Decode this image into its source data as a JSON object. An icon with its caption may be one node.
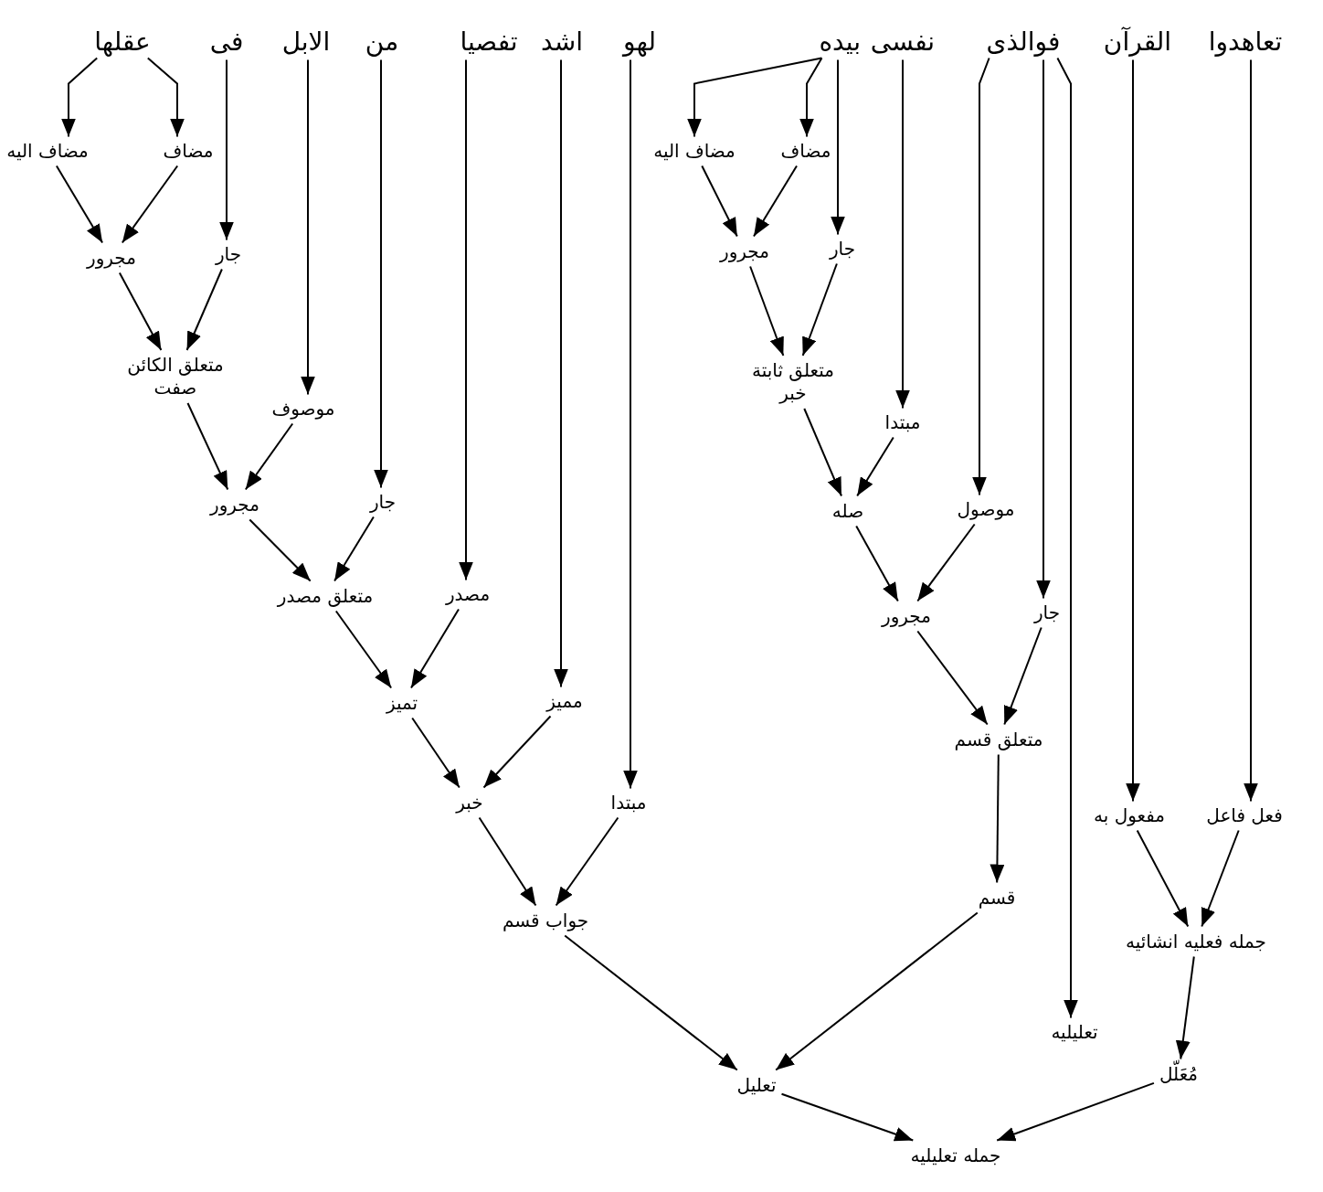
{
  "diagram": {
    "nodes": [
      {
        "text": [
          "تعاهدوا"
        ]
      },
      {
        "text": [
          "القرآن"
        ]
      },
      {
        "text": [
          "فوالذى"
        ]
      },
      {
        "text": [
          "نفسى"
        ]
      },
      {
        "text": [
          "بيده"
        ]
      },
      {
        "text": [
          "لهو"
        ]
      },
      {
        "text": [
          "اشد"
        ]
      },
      {
        "text": [
          "تفصيا"
        ]
      },
      {
        "text": [
          "من"
        ]
      },
      {
        "text": [
          "الابل"
        ]
      },
      {
        "text": [
          "فى"
        ]
      },
      {
        "text": [
          "عقلها"
        ]
      },
      {
        "text": [
          "مضاف"
        ]
      },
      {
        "text": [
          "مضاف اليه"
        ]
      },
      {
        "text": [
          "مضاف"
        ]
      },
      {
        "text": [
          "مضاف اليه"
        ]
      },
      {
        "text": [
          "جار"
        ]
      },
      {
        "text": [
          "مجرور"
        ]
      },
      {
        "text": [
          "جار"
        ]
      },
      {
        "text": [
          "مجرور"
        ]
      },
      {
        "text": [
          "متعلق ثابتة",
          "خبر"
        ]
      },
      {
        "text": [
          "متعلق الكائن",
          "صفت"
        ]
      },
      {
        "text": [
          "مبتدا"
        ]
      },
      {
        "text": [
          "موصوف"
        ]
      },
      {
        "text": [
          "صله"
        ]
      },
      {
        "text": [
          "موصول"
        ]
      },
      {
        "text": [
          "جار"
        ]
      },
      {
        "text": [
          "مجرور"
        ]
      },
      {
        "text": [
          "جار"
        ]
      },
      {
        "text": [
          "مجرور"
        ]
      },
      {
        "text": [
          "متعلق قسم"
        ]
      },
      {
        "text": [
          "مصدر"
        ]
      },
      {
        "text": [
          "متعلق مصدر"
        ]
      },
      {
        "text": [
          "مميز"
        ]
      },
      {
        "text": [
          "تميز"
        ]
      },
      {
        "text": [
          "فعل فاعل"
        ]
      },
      {
        "text": [
          "مفعول به"
        ]
      },
      {
        "text": [
          "مبتدا"
        ]
      },
      {
        "text": [
          "خبر"
        ]
      },
      {
        "text": [
          "قسم"
        ]
      },
      {
        "text": [
          "جمله فعليه انشائيه"
        ]
      },
      {
        "text": [
          "جواب قسم"
        ]
      },
      {
        "text": [
          "تعليليه"
        ]
      },
      {
        "text": [
          "مُعَلّل"
        ]
      },
      {
        "text": [
          "تعليل"
        ]
      },
      {
        "text": [
          "جمله تعليليه"
        ]
      }
    ],
    "edges": [
      {
        "from": 0,
        "to": 35,
        "arrow": "to"
      },
      {
        "from": 1,
        "to": 36,
        "arrow": "to"
      },
      {
        "from": 2,
        "to": 42,
        "arrow": "to"
      },
      {
        "from": 2,
        "to": 26,
        "arrow": "to"
      },
      {
        "from": 2,
        "to": 25,
        "arrow": "to"
      },
      {
        "from": 3,
        "to": 22,
        "arrow": "to"
      },
      {
        "from": 4,
        "to": 16,
        "arrow": "to"
      },
      {
        "from": 4,
        "to": 12,
        "arrow": "to"
      },
      {
        "from": 4,
        "to": 13,
        "arrow": "to"
      },
      {
        "from": 5,
        "to": 37,
        "arrow": "to"
      },
      {
        "from": 6,
        "to": 33,
        "arrow": "to"
      },
      {
        "from": 7,
        "to": 31,
        "arrow": "to"
      },
      {
        "from": 8,
        "to": 28,
        "arrow": "to"
      },
      {
        "from": 9,
        "to": 23,
        "arrow": "to"
      },
      {
        "from": 10,
        "to": 18,
        "arrow": "to"
      },
      {
        "from": 11,
        "to": 14,
        "arrow": "to"
      },
      {
        "from": 11,
        "to": 15,
        "arrow": "to"
      },
      {
        "from": 12,
        "to": 17,
        "arrow": "to"
      },
      {
        "from": 13,
        "to": 17,
        "arrow": "to"
      },
      {
        "from": 16,
        "to": 20,
        "arrow": "to"
      },
      {
        "from": 17,
        "to": 20,
        "arrow": "to"
      },
      {
        "from": 14,
        "to": 19,
        "arrow": "to"
      },
      {
        "from": 15,
        "to": 19,
        "arrow": "to"
      },
      {
        "from": 18,
        "to": 21,
        "arrow": "to"
      },
      {
        "from": 19,
        "to": 21,
        "arrow": "to"
      },
      {
        "from": 20,
        "to": 24,
        "arrow": "to"
      },
      {
        "from": 22,
        "to": 24,
        "arrow": "to"
      },
      {
        "from": 21,
        "to": 29,
        "arrow": "to"
      },
      {
        "from": 23,
        "to": 29,
        "arrow": "to"
      },
      {
        "from": 24,
        "to": 27,
        "arrow": "to"
      },
      {
        "from": 25,
        "to": 27,
        "arrow": "to"
      },
      {
        "from": 28,
        "to": 32,
        "arrow": "to"
      },
      {
        "from": 29,
        "to": 32,
        "arrow": "to"
      },
      {
        "from": 27,
        "to": 30,
        "arrow": "to"
      },
      {
        "from": 26,
        "to": 30,
        "arrow": "to"
      },
      {
        "from": 32,
        "to": 34,
        "arrow": "to"
      },
      {
        "from": 31,
        "to": 34,
        "arrow": "to"
      },
      {
        "from": 30,
        "to": 39,
        "arrow": "to"
      },
      {
        "from": 34,
        "to": 38,
        "arrow": "to"
      },
      {
        "from": 33,
        "to": 38,
        "arrow": "to"
      },
      {
        "from": 38,
        "to": 41,
        "arrow": "to"
      },
      {
        "from": 37,
        "to": 41,
        "arrow": "to"
      },
      {
        "from": 36,
        "to": 40,
        "arrow": "to"
      },
      {
        "from": 35,
        "to": 40,
        "arrow": "to"
      },
      {
        "from": 40,
        "to": 43,
        "arrow": "to"
      },
      {
        "from": 41,
        "to": 44,
        "arrow": "to"
      },
      {
        "from": 39,
        "to": 44,
        "arrow": "to"
      },
      {
        "from": 44,
        "to": 45,
        "arrow": "to"
      },
      {
        "from": 43,
        "to": 45,
        "arrow": "to"
      }
    ]
  }
}
